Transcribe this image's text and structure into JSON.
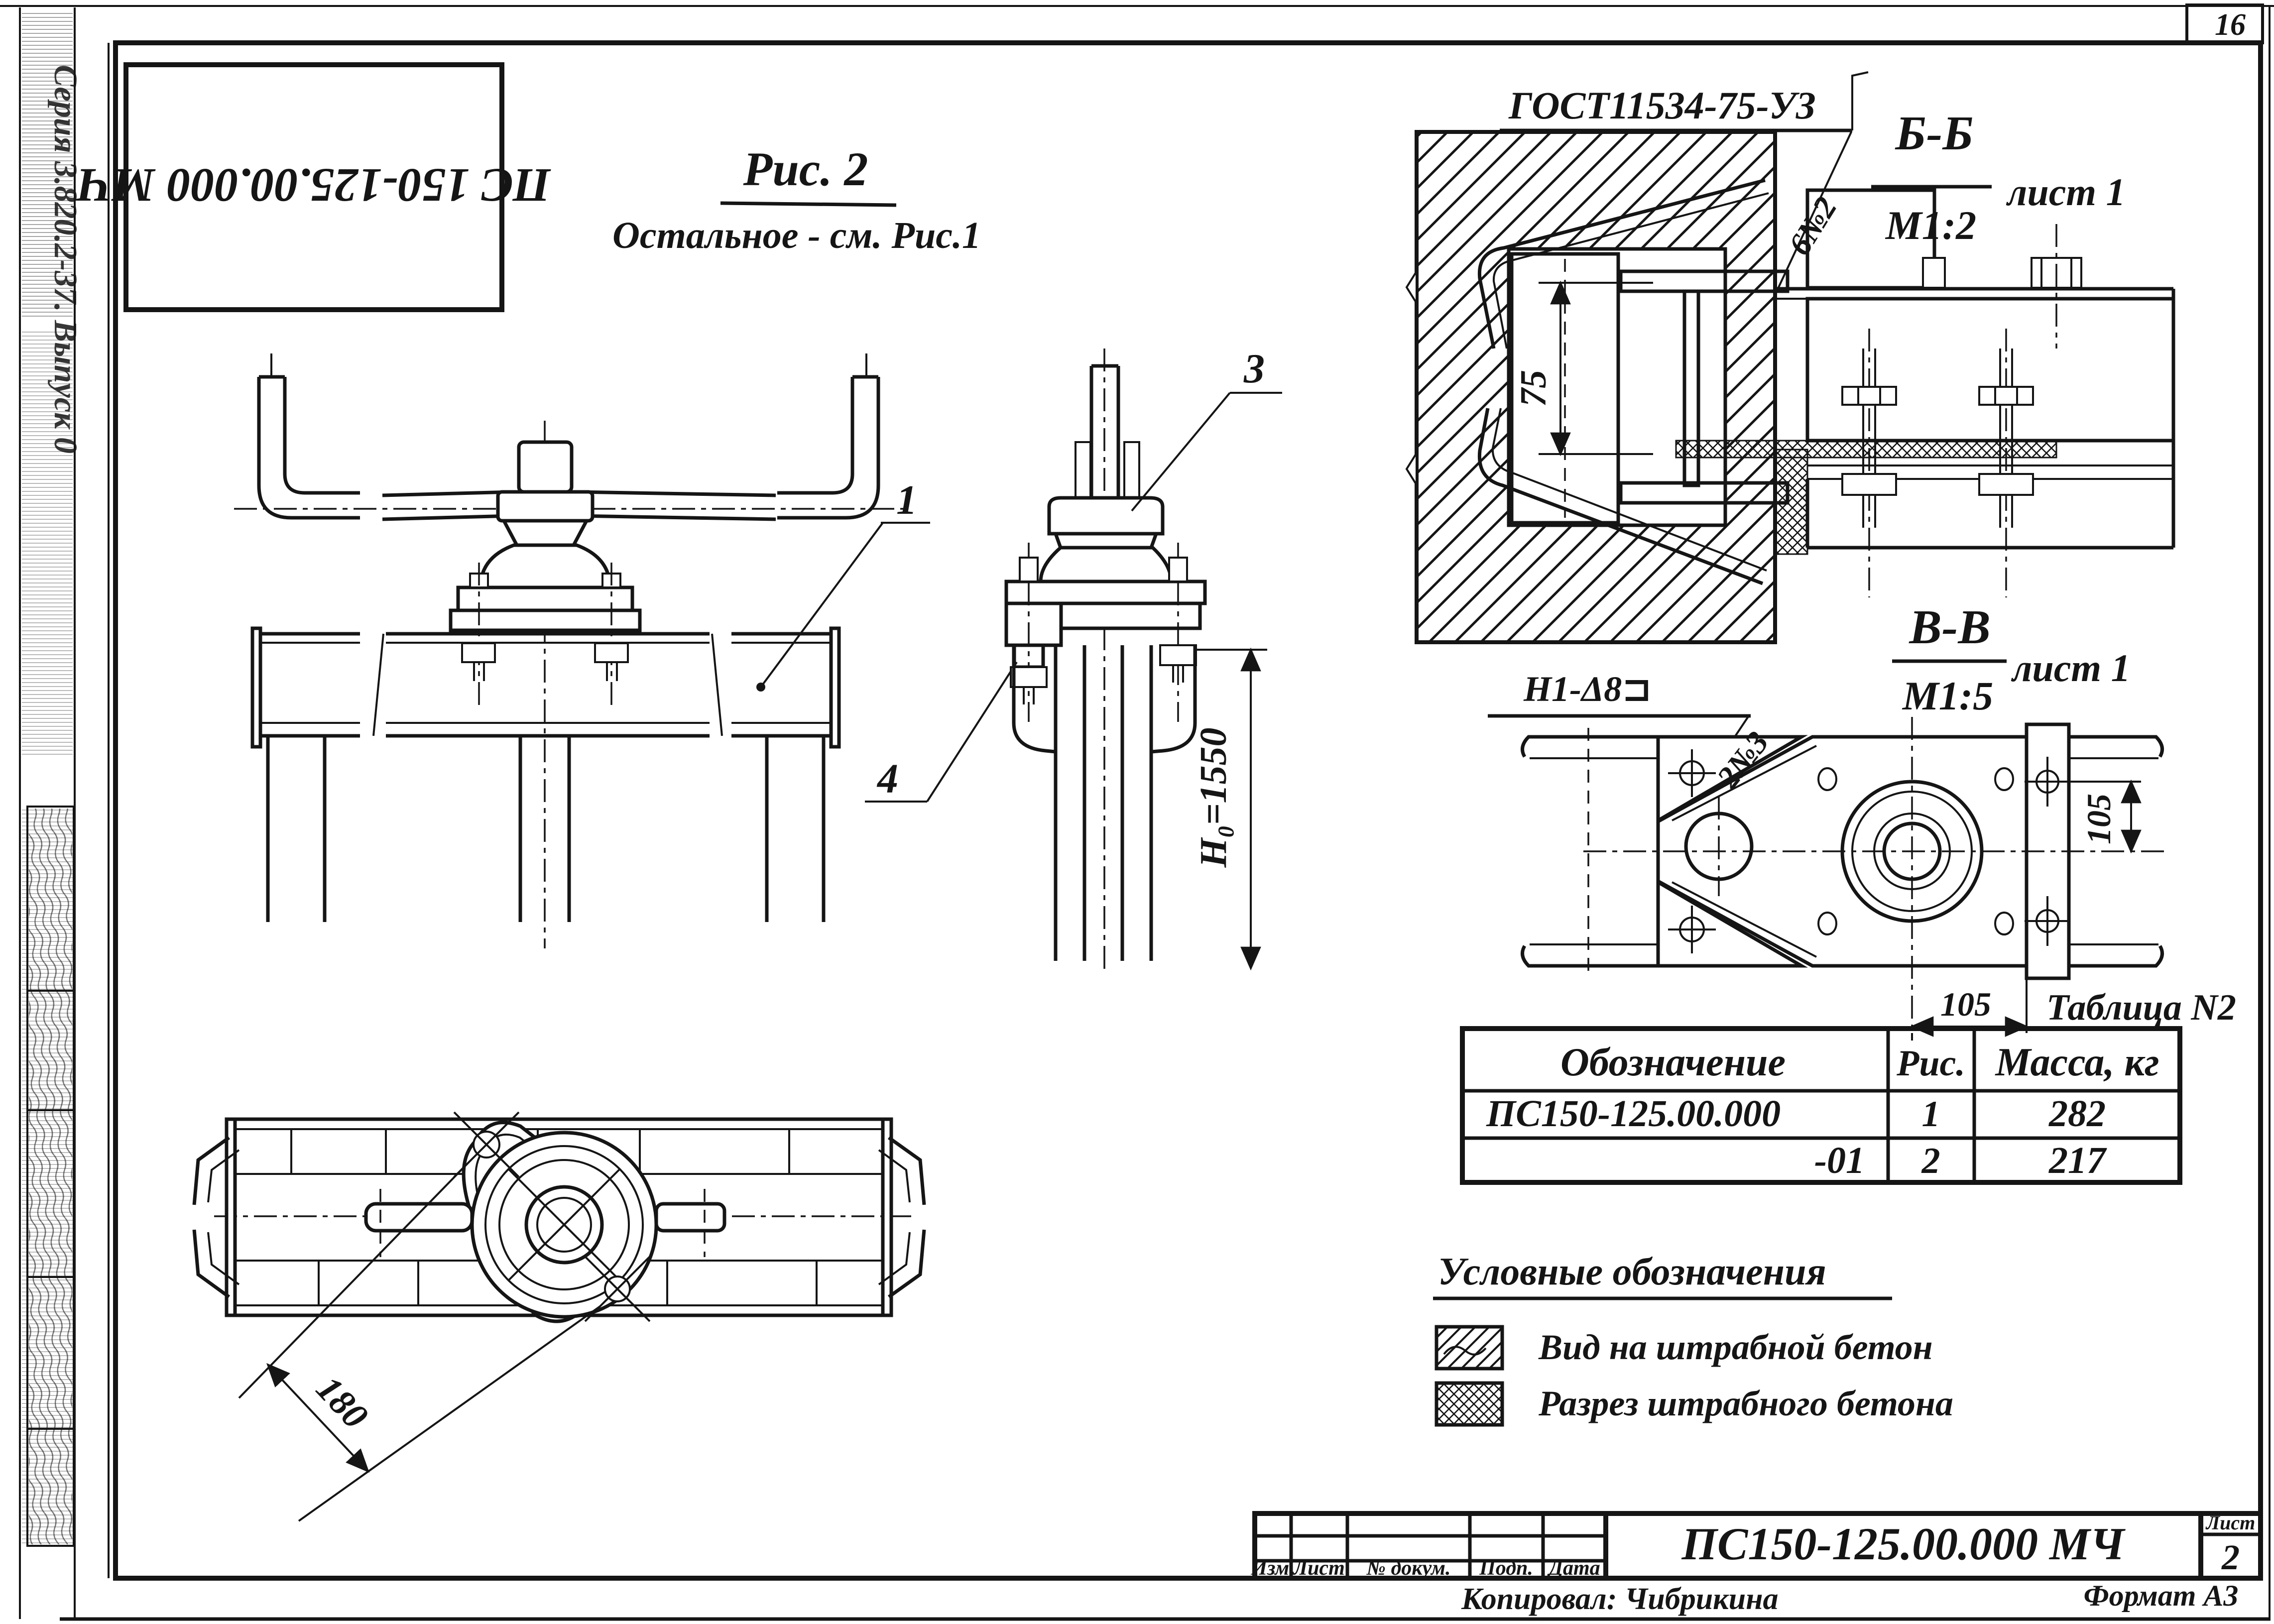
{
  "colors": {
    "ink": "#151515",
    "paper": "#ffffff"
  },
  "sheet": {
    "page_number": "16",
    "copied_by": "Копировал: Чибрикина",
    "format_note": "Формат А3"
  },
  "header": {
    "stamp_doc_number": "ПС 150-125.00.000 МЧ",
    "figure_title": "Рис. 2",
    "figure_subtitle": "Остальное - см. Рис.1"
  },
  "left_margin": {
    "series_note": "Серия 3.820.2-37. Выпуск 0"
  },
  "section_bb": {
    "gost_note": "ГОСТ11534-75-УЗ",
    "qty_callout": "6№2",
    "name": "Б-Б",
    "scale": "М1:2",
    "sheet_ref": "лист 1",
    "dim_depth": "75"
  },
  "section_vv": {
    "name": "В-В",
    "scale": "М1:5",
    "sheet_ref": "лист 1",
    "weld_callout": "Н1-Δ8⊐",
    "qty_callout": "2№3",
    "dim_vertical": "105",
    "dim_horizontal": "105"
  },
  "elevation": {
    "callout_1": "1",
    "callout_3": "3",
    "callout_4": "4",
    "dim_height": "Н₀=1550"
  },
  "plan": {
    "dim_diagonal": "180"
  },
  "parts_table": {
    "caption": "Таблица N2",
    "headers": [
      "Обозначение",
      "Рис.",
      "Масса, кг"
    ],
    "rows": [
      [
        "ПС150-125.00.000",
        "1",
        "282"
      ],
      [
        "-01",
        "2",
        "217"
      ]
    ]
  },
  "legend": {
    "title": "Условные обозначения",
    "items": [
      {
        "icon": "diagonal-hatch-swatch",
        "label": "Вид на штрабной бетон"
      },
      {
        "icon": "cross-hatch-swatch",
        "label": "Разрез штрабного бетона"
      }
    ]
  },
  "title_block": {
    "columns": [
      "Изм.",
      "Лист",
      "№ докум.",
      "Подп.",
      "Дата"
    ],
    "doc_number": "ПС150-125.00.000 МЧ",
    "sheet_label": "Лист",
    "sheet_number": "2"
  }
}
